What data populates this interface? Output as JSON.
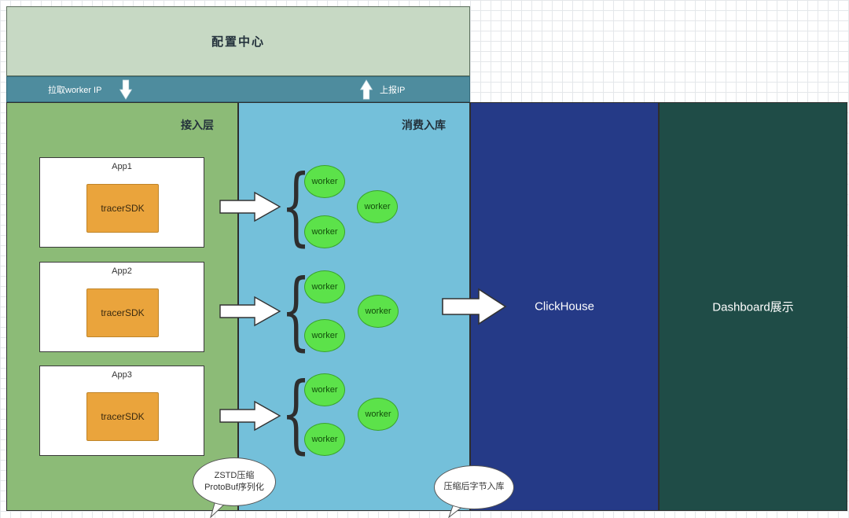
{
  "config_center": {
    "label": "配置中心"
  },
  "sync_bar": {
    "pull_label": "拉取worker IP",
    "report_label": "上报IP"
  },
  "columns": {
    "access": {
      "label": "接入层"
    },
    "consume": {
      "label": "消费入库"
    },
    "clickhouse": {
      "label": "ClickHouse"
    },
    "dashboard": {
      "label": "Dashboard展示"
    }
  },
  "apps": [
    {
      "name": "App1",
      "sdk_label": "tracerSDK"
    },
    {
      "name": "App2",
      "sdk_label": "tracerSDK"
    },
    {
      "name": "App3",
      "sdk_label": "tracerSDK"
    }
  ],
  "worker_label": "worker",
  "bubbles": {
    "compress": {
      "line1": "ZSTD压缩",
      "line2": "ProtoBuf序列化"
    },
    "store": {
      "line1": "压缩后字节入库"
    }
  },
  "colors": {
    "config-green": "#c7d9c4",
    "bar-teal": "#4e8c9e",
    "access-green": "#8cbb77",
    "consume-blue": "#74c0da",
    "clickhouse-blue": "#253a87",
    "dashboard-teal": "#1f4c47",
    "sdk-orange": "#eaa43c",
    "sdk-orange-border": "#c08428",
    "worker-green": "#5ce24a",
    "worker-green-border": "#3aa32b",
    "grid-line": "#e4e7ea",
    "label-dark": "#24323c",
    "label-light": "#ffffff"
  }
}
